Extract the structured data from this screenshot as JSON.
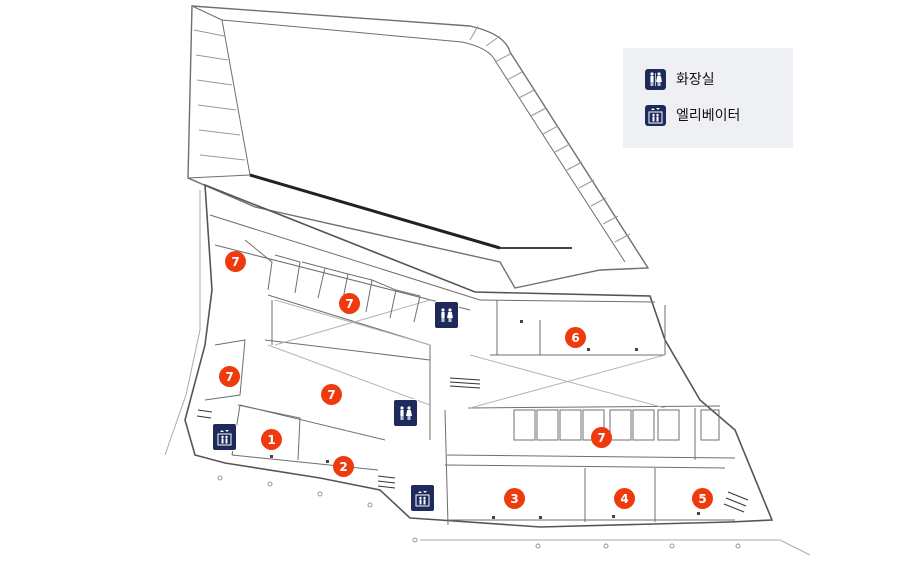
{
  "legend": {
    "restroom_label": "화장실",
    "elevator_label": "엘리베이터"
  },
  "colors": {
    "marker": "#ee3a0c",
    "icon_bg": "#1d2a5b",
    "legend_bg": "#eef0f3",
    "walls": "#6f6f6f"
  },
  "icons": {
    "restroom": "restroom-icon",
    "elevator": "elevator-icon"
  },
  "markers": {
    "m1": "1",
    "m2": "2",
    "m3": "3",
    "m4": "4",
    "m5": "5",
    "m6": "6",
    "m7a": "7",
    "m7b": "7",
    "m7c": "7",
    "m7d": "7",
    "m7e": "7"
  }
}
